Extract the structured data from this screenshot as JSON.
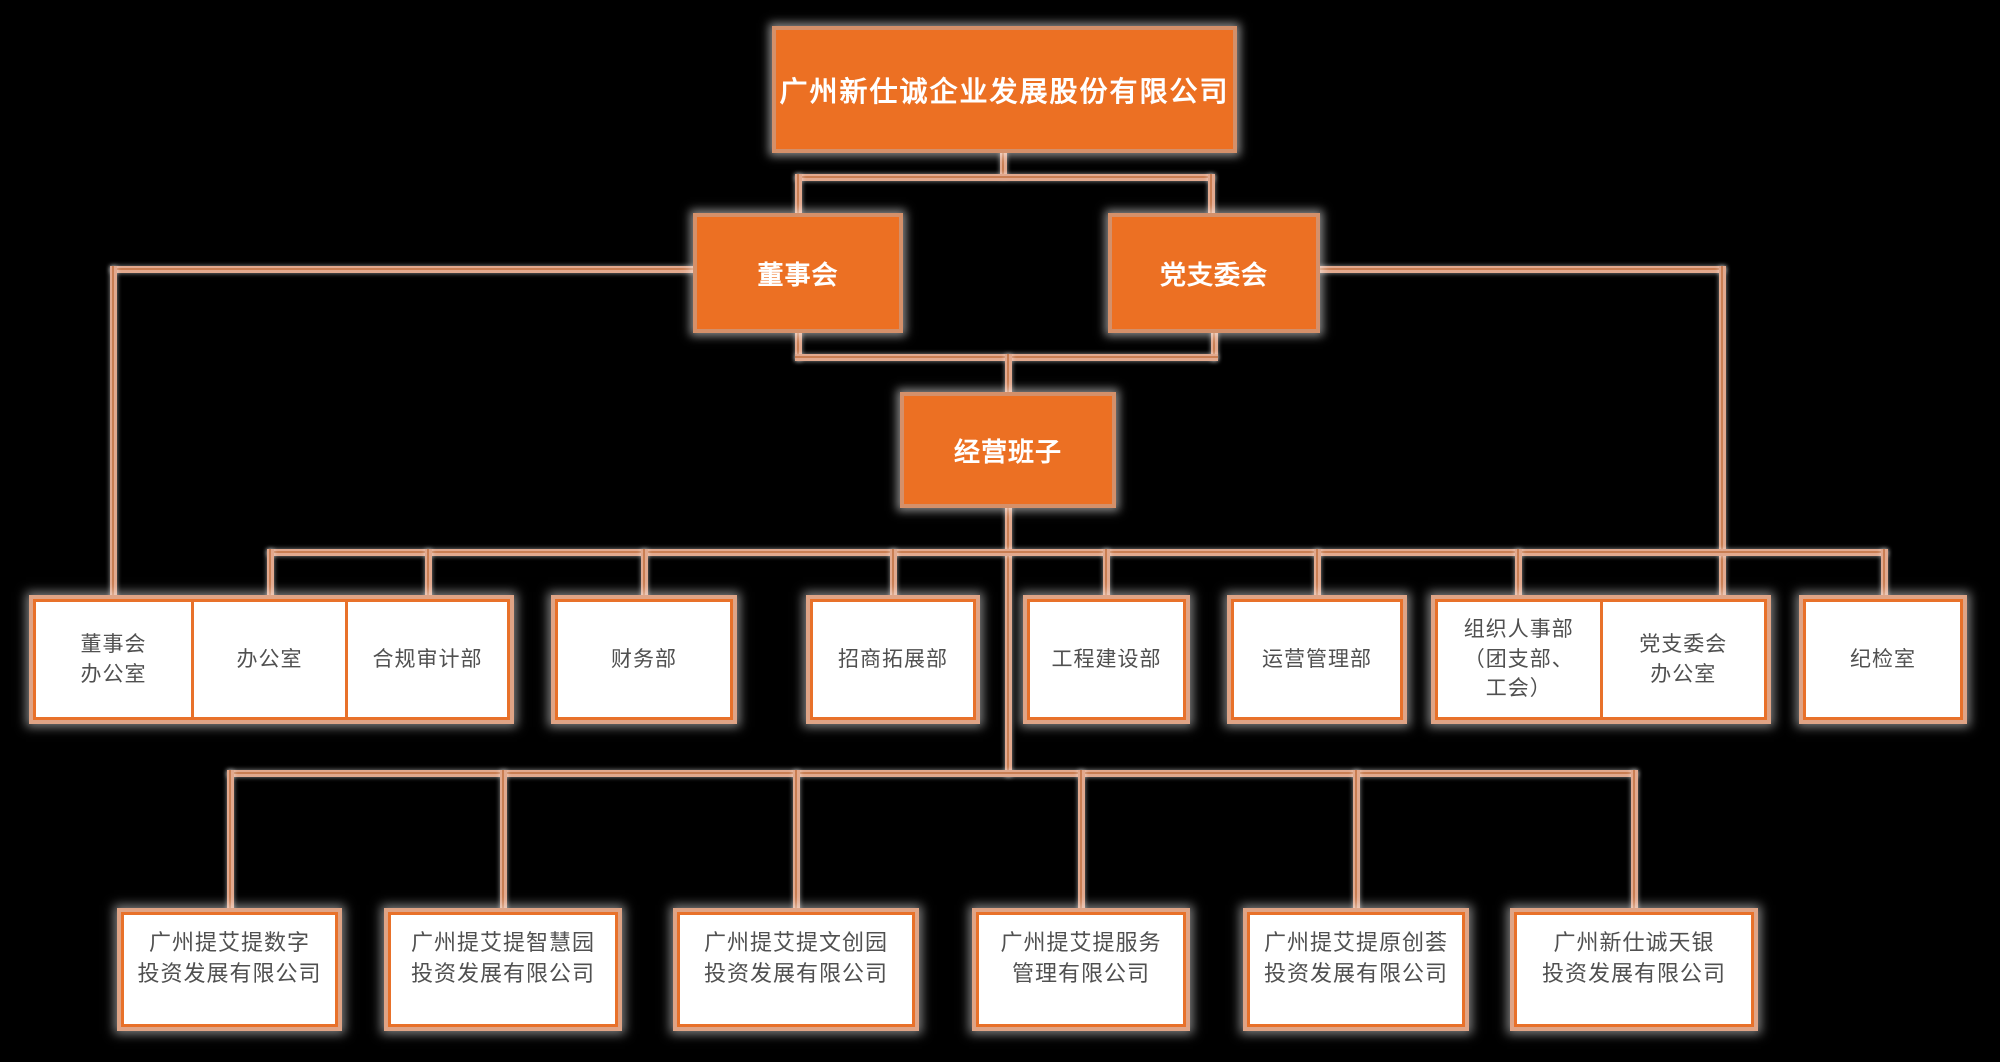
{
  "chart": {
    "root": {
      "label": "广州新仕诚企业发展股份有限公司"
    },
    "board": {
      "label": "董事会"
    },
    "party_branch": {
      "label": "党支委会"
    },
    "management": {
      "label": "经营班子"
    },
    "departments": [
      {
        "label": "董事会\n办公室"
      },
      {
        "label": "办公室"
      },
      {
        "label": "合规审计部"
      },
      {
        "label": "财务部"
      },
      {
        "label": "招商拓展部"
      },
      {
        "label": "工程建设部"
      },
      {
        "label": "运营管理部"
      },
      {
        "label": "组织人事部\n（团支部、\n工会）"
      },
      {
        "label": "党支委会\n办公室"
      },
      {
        "label": "纪检室"
      }
    ],
    "subsidiaries": [
      {
        "label": "广州提艾提数字\n投资发展有限公司"
      },
      {
        "label": "广州提艾提智慧园\n投资发展有限公司"
      },
      {
        "label": "广州提艾提文创园\n投资发展有限公司"
      },
      {
        "label": "广州提艾提服务\n管理有限公司"
      },
      {
        "label": "广州提艾提原创荟\n投资发展有限公司"
      },
      {
        "label": "广州新仕诚天银\n投资发展有限公司"
      }
    ],
    "colors": {
      "orange_node_fill": "#ec7023",
      "orange_node_border": "#d4906a",
      "white_node_border": "#e8712a",
      "node_glow": "#dfa486",
      "connector": "#e2a98e",
      "connector_core": "#c97e53",
      "text_light": "#ffffff",
      "text_dark": "#505050",
      "background": "#000000"
    }
  }
}
